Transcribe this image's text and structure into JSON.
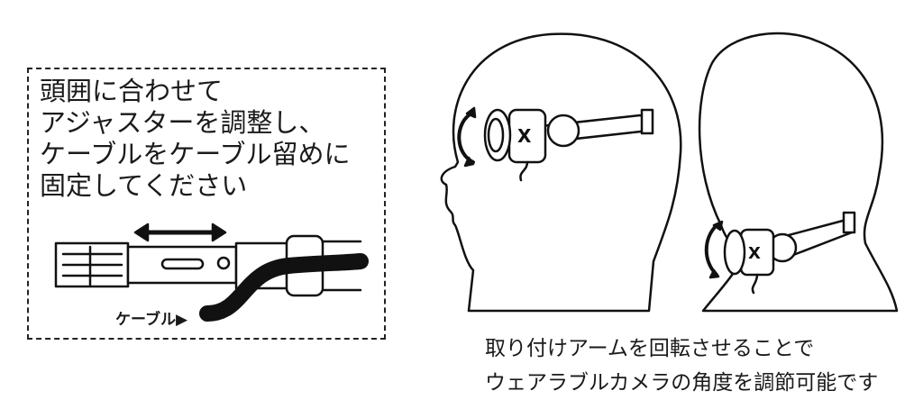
{
  "instruction": {
    "lines": [
      "頭囲に合わせて",
      "アジャスターを調整し、",
      "ケーブルをケーブル留めに",
      "固定してください"
    ]
  },
  "cable_label": "ケーブル▶",
  "caption": {
    "lines": [
      "取り付けアームを回転させることで",
      "ウェアラブルカメラの角度を調節可能です"
    ]
  },
  "logo_text": "X"
}
